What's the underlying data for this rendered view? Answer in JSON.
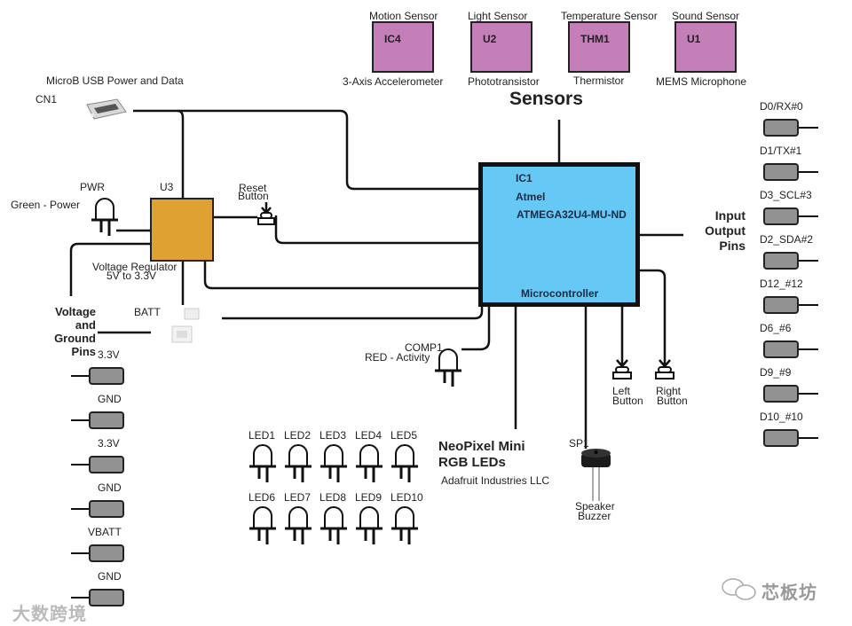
{
  "diagram": {
    "title": "Sensors",
    "colors": {
      "sensor_fill": "#c47fb8",
      "mcu_fill": "#66c8f4",
      "regulator_fill": "#dea132",
      "pin_fill": "#929292",
      "wire": "#111111"
    },
    "sensors": [
      {
        "category": "Motion Sensor",
        "ref": "IC4",
        "type": "3-Axis Accelerometer"
      },
      {
        "category": "Light Sensor",
        "ref": "U2",
        "type": "Phototransistor"
      },
      {
        "category": "Temperature Sensor",
        "ref": "THM1",
        "type": "Thermistor"
      },
      {
        "category": "Sound Sensor",
        "ref": "U1",
        "type": "MEMS Microphone"
      }
    ],
    "usb": {
      "title": "MicroB USB Power and Data",
      "ref": "CN1"
    },
    "pwr_led": {
      "ref": "PWR",
      "desc": "Green - Power"
    },
    "regulator": {
      "ref": "U3",
      "line1": "Voltage Regulator",
      "line2": "5V to 3.3V"
    },
    "reset": {
      "line1": "Reset",
      "line2": "Button"
    },
    "batt": {
      "ref": "BATT"
    },
    "mcu": {
      "ref": "IC1",
      "maker": "Atmel",
      "part": "ATMEGA32U4-MU-ND",
      "role": "Microcontroller"
    },
    "io_group": {
      "line1": "Input",
      "line2": "Output",
      "line3": "Pins"
    },
    "io_pins": [
      "D0/RX#0",
      "D1/TX#1",
      "D3_SCL#3",
      "D2_SDA#2",
      "D12_#12",
      "D6_#6",
      "D9_#9",
      "D10_#10"
    ],
    "power_group": {
      "line1": "Voltage",
      "line2": "and",
      "line3": "Ground",
      "line4": "Pins"
    },
    "power_pins": [
      "3.3V",
      "GND",
      "3.3V",
      "GND",
      "VBATT",
      "GND"
    ],
    "activity_led": {
      "ref": "COMP1",
      "desc": "RED - Activity"
    },
    "left_button": {
      "line1": "Left",
      "line2": "Button"
    },
    "right_button": {
      "line1": "Right",
      "line2": "Button"
    },
    "leds": [
      "LED1",
      "LED2",
      "LED3",
      "LED4",
      "LED5",
      "LED6",
      "LED7",
      "LED8",
      "LED9",
      "LED10"
    ],
    "neopixel": {
      "line1": "NeoPixel Mini",
      "line2": "RGB LEDs",
      "maker": "Adafruit Industries LLC"
    },
    "speaker": {
      "ref": "SP1",
      "line1": "Speaker",
      "line2": "Buzzer"
    },
    "watermarks": {
      "left": "大数跨境",
      "right": "芯板坊"
    }
  }
}
